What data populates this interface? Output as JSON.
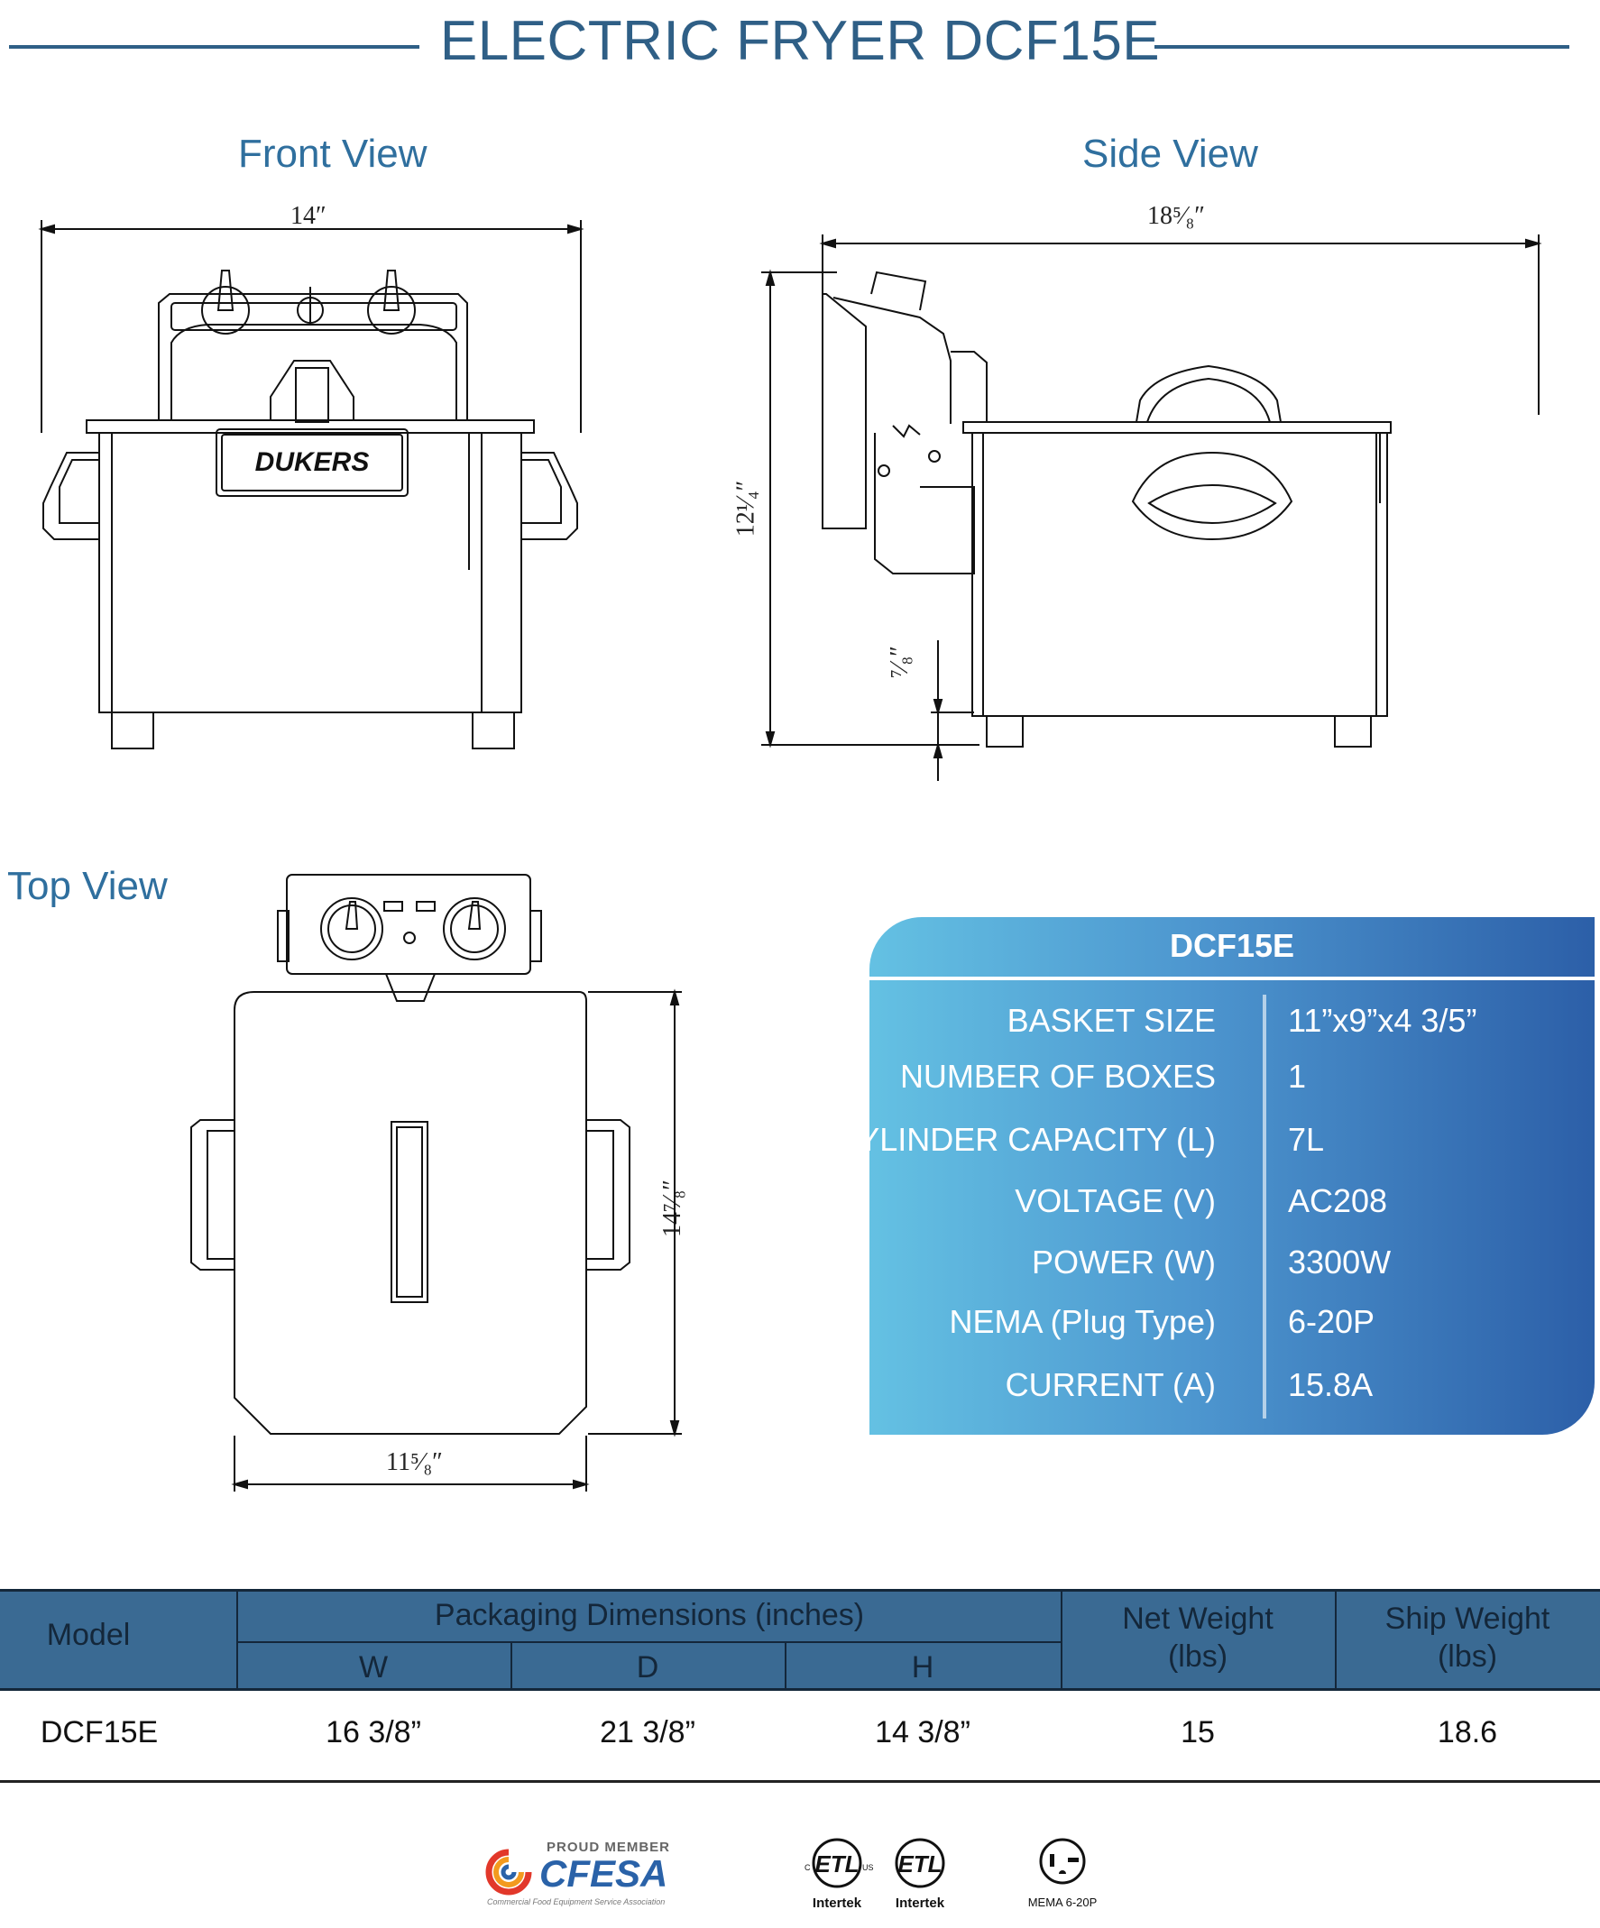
{
  "title": "ELECTRIC FRYER DCF15E",
  "views": {
    "front": {
      "title": "Front View",
      "width_dim": "14″",
      "brand": "DUKERS"
    },
    "side": {
      "title": "Side View",
      "width_dim": "18⁵⁄₈″",
      "height_dim": "12¹⁄₄″",
      "leg_dim": "⁷⁄₈″"
    },
    "top": {
      "title": "Top View",
      "width_dim": "11⁵⁄₈″",
      "depth_dim": "14⁷⁄₈″"
    }
  },
  "spec": {
    "model": "DCF15E",
    "rows": [
      {
        "label": "BASKET SIZE",
        "value": "11”x9”x4 3/5”"
      },
      {
        "label": "NUMBER OF BOXES",
        "value": "1"
      },
      {
        "label": "CYLINDER CAPACITY (L)",
        "value": "7L"
      },
      {
        "label": "VOLTAGE (V)",
        "value": "AC208"
      },
      {
        "label": "POWER (W)",
        "value": "3300W"
      },
      {
        "label": "NEMA (Plug Type)",
        "value": "6-20P"
      },
      {
        "label": "CURRENT (A)",
        "value": "15.8A"
      }
    ]
  },
  "table": {
    "headers": {
      "model": "Model",
      "packaging": "Packaging Dimensions (inches)",
      "w": "W",
      "d": "D",
      "h": "H",
      "net_weight": "Net Weight",
      "net_unit": "(lbs)",
      "ship_weight": "Ship Weight",
      "ship_unit": "(lbs)"
    },
    "rows": [
      {
        "model": "DCF15E",
        "w": "16 3/8”",
        "d": "21 3/8”",
        "h": "14 3/8”",
        "net": "15",
        "ship": "18.6"
      }
    ]
  },
  "logos": {
    "cfesa_top": "PROUD MEMBER",
    "cfesa_name": "CFESA",
    "cfesa_sub": "Commercial Food Equipment Service Association",
    "etl1": "Intertek",
    "etl2": "Intertek",
    "nema": "MEMA 6-20P"
  },
  "colors": {
    "title": "#2f5f86",
    "table_header": "#3a6a93",
    "card_start": "#64c1e3",
    "card_end": "#2c5fa8"
  }
}
